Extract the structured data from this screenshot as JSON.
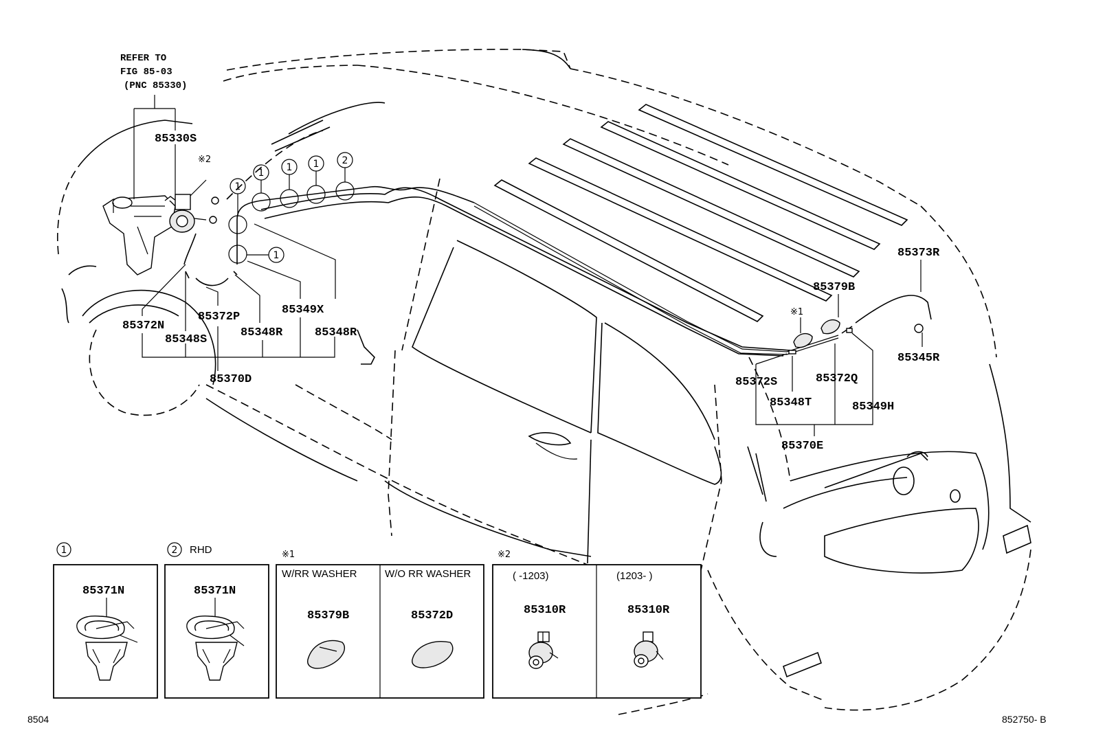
{
  "refer": {
    "line1": "REFER TO",
    "line2": "FIG 85-03",
    "line3": "(PNC 85330)"
  },
  "markers": {
    "circle1": "1",
    "circle2": "2",
    "note1": "※1",
    "note2": "※2"
  },
  "parts": {
    "p85330S": "85330S",
    "p85349X": "85349X",
    "p85372N": "85372N",
    "p85372P": "85372P",
    "p85348S": "85348S",
    "p85348R_a": "85348R",
    "p85348R_b": "85348R",
    "p85370D": "85370D",
    "p85373R": "85373R",
    "p85379B": "85379B",
    "p85345R": "85345R",
    "p85372S": "85372S",
    "p85372Q": "85372Q",
    "p85348T": "85348T",
    "p85349H": "85349H",
    "p85370E": "85370E"
  },
  "insets": {
    "box1": {
      "marker": "1",
      "part": "85371N"
    },
    "box2": {
      "marker": "2",
      "note": "RHD",
      "part": "85371N"
    },
    "box3": {
      "marker": "※1",
      "col1": {
        "header": "W/RR WASHER",
        "part": "85379B"
      },
      "col2": {
        "header": "W/O RR WASHER",
        "part": "85372D"
      }
    },
    "box4": {
      "marker": "※2",
      "col1": {
        "header": "(     -1203)",
        "part": "85310R"
      },
      "col2": {
        "header": "(1203-     )",
        "part": "85310R"
      }
    }
  },
  "footer": {
    "left": "8504",
    "right": "852750- B"
  }
}
